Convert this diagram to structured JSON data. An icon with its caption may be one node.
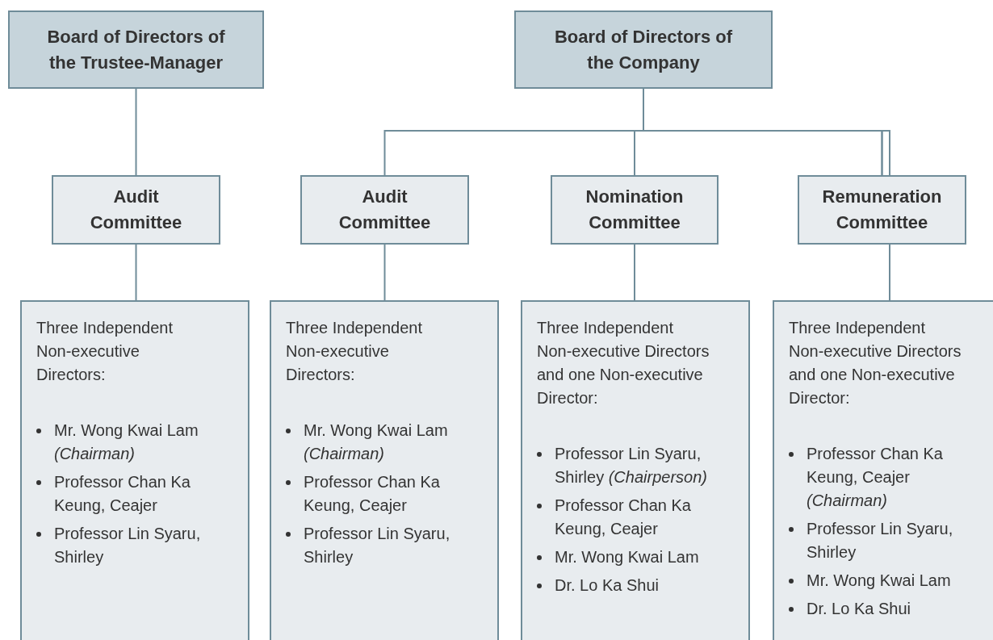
{
  "diagram": {
    "nodes": [
      {
        "text": [
          "Board of Directors of the Trustee-Manager"
        ]
      },
      {
        "text": [
          "Board of Directors of the Company"
        ]
      },
      {
        "text": [
          "Audit Committee"
        ]
      },
      {
        "text": [
          "Audit Committee"
        ]
      },
      {
        "text": [
          "Nomination Committee"
        ]
      },
      {
        "text": [
          "Remuneration Committee"
        ]
      },
      {
        "text": [
          "Three Independent Non-executive Directors:",
          "Mr. Wong Kwai Lam *(Chairman)*",
          "Professor Chan Ka Keung, Ceajer",
          "Professor Lin Syaru, Shirley"
        ]
      },
      {
        "text": [
          "Three Independent Non-executive Directors:",
          "Mr. Wong Kwai Lam *(Chairman)*",
          "Professor Chan Ka Keung, Ceajer",
          "Professor Lin Syaru, Shirley"
        ]
      },
      {
        "text": [
          "Three Independent Non-executive Directors and one Non-executive Director:",
          "Professor Lin Syaru, Shirley *(Chairperson)*",
          "Professor Chan Ka Keung, Ceajer",
          "Mr. Wong Kwai Lam",
          "Dr. Lo Ka Shui"
        ]
      },
      {
        "text": [
          "Three Independent Non-executive Directors and one Non-executive Director:",
          "Professor Chan Ka Keung, Ceajer *(Chairman)*",
          "Professor Lin Syaru, Shirley",
          "Mr. Wong Kwai Lam",
          "Dr. Lo Ka Shui"
        ]
      }
    ],
    "edges": [
      {
        "from": 0,
        "to": 2,
        "arrow": "none"
      },
      {
        "from": 1,
        "to": 3,
        "arrow": "none"
      },
      {
        "from": 1,
        "to": 4,
        "arrow": "none"
      },
      {
        "from": 1,
        "to": 5,
        "arrow": "none"
      },
      {
        "from": 2,
        "to": 6,
        "arrow": "none"
      },
      {
        "from": 3,
        "to": 7,
        "arrow": "none"
      },
      {
        "from": 4,
        "to": 8,
        "arrow": "none"
      },
      {
        "from": 5,
        "to": 9,
        "arrow": "none"
      }
    ]
  }
}
